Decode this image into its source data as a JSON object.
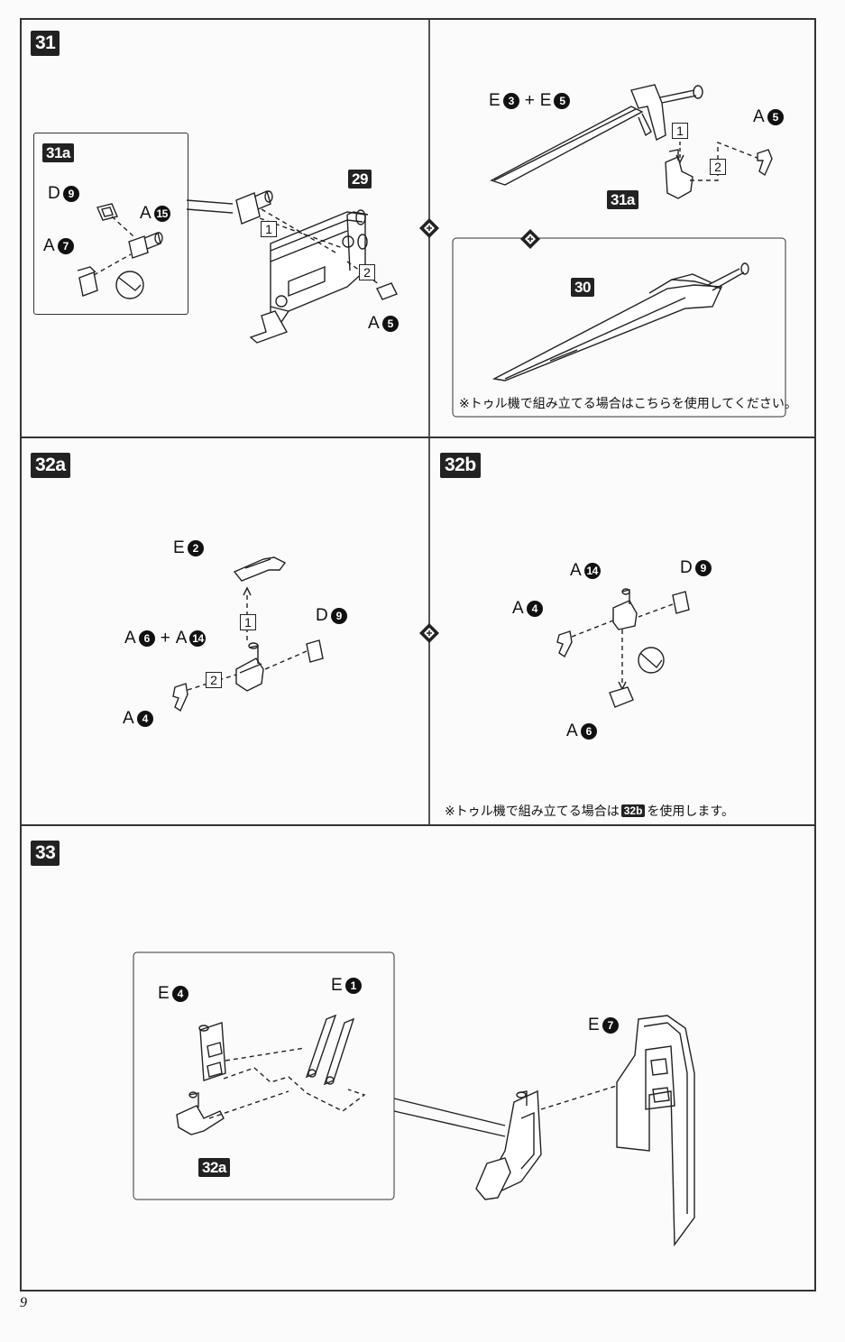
{
  "page_number": "9",
  "step31": {
    "label": "31",
    "inset_label": "31a",
    "part_29": "29",
    "parts": {
      "d9": {
        "letter": "D",
        "num": "9"
      },
      "a15": {
        "letter": "A",
        "num": "15"
      },
      "a7": {
        "letter": "A",
        "num": "7"
      },
      "a5": {
        "letter": "A",
        "num": "5"
      }
    },
    "seq1": "1",
    "seq2": "2"
  },
  "step31_right": {
    "e3": {
      "letter": "E",
      "num": "3"
    },
    "e5": {
      "letter": "E",
      "num": "5"
    },
    "plus": "+",
    "a5": {
      "letter": "A",
      "num": "5"
    },
    "tag_31a": "31a",
    "seq1": "1",
    "seq2": "2",
    "alt_part": "30",
    "alt_note": "※トゥル機で組み立てる場合はこちらを使用してください。"
  },
  "step32a": {
    "label": "32a",
    "e2": {
      "letter": "E",
      "num": "2"
    },
    "a6": {
      "letter": "A",
      "num": "6"
    },
    "plus": "+",
    "a14": {
      "letter": "A",
      "num": "14"
    },
    "d9": {
      "letter": "D",
      "num": "9"
    },
    "a4": {
      "letter": "A",
      "num": "4"
    },
    "seq1": "1",
    "seq2": "2"
  },
  "step32b": {
    "label": "32b",
    "a14": {
      "letter": "A",
      "num": "14"
    },
    "d9": {
      "letter": "D",
      "num": "9"
    },
    "a4": {
      "letter": "A",
      "num": "4"
    },
    "a6": {
      "letter": "A",
      "num": "6"
    },
    "note_pre": "※トゥル機で組み立てる場合は",
    "note_tag": "32b",
    "note_post": "を使用します。"
  },
  "step33": {
    "label": "33",
    "e4": {
      "letter": "E",
      "num": "4"
    },
    "e1": {
      "letter": "E",
      "num": "1"
    },
    "e7": {
      "letter": "E",
      "num": "7"
    },
    "tag_32a": "32a"
  }
}
